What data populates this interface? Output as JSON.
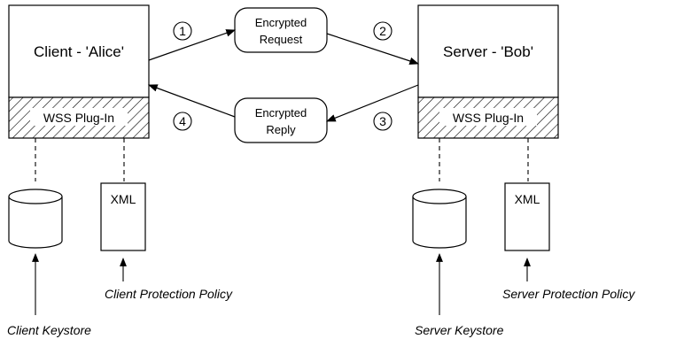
{
  "client": {
    "title": "Client - 'Alice'",
    "plugin": "WSS Plug-In",
    "keystore_caption": "Client Keystore",
    "policy_doc": "XML",
    "policy_caption": "Client Protection Policy"
  },
  "server": {
    "title": "Server - 'Bob'",
    "plugin": "WSS Plug-In",
    "keystore_caption": "Server Keystore",
    "policy_doc": "XML",
    "policy_caption": "Server Protection Policy"
  },
  "messages": {
    "request_line1": "Encrypted",
    "request_line2": "Request",
    "reply_line1": "Encrypted",
    "reply_line2": "Reply"
  },
  "steps": [
    "1",
    "2",
    "3",
    "4"
  ]
}
